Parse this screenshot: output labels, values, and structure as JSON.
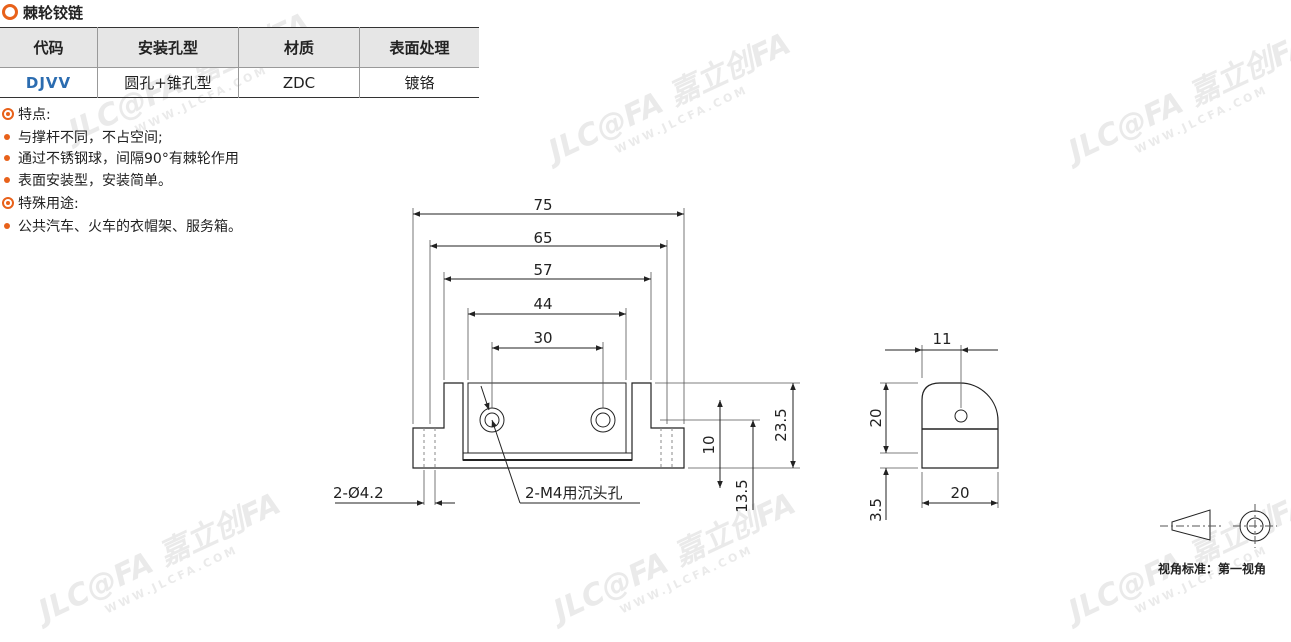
{
  "title": "棘轮铰链",
  "table": {
    "headers": [
      "代码",
      "安装孔型",
      "材质",
      "表面处理"
    ],
    "rows": [
      [
        "DJVV",
        "圆孔+锥孔型",
        "ZDC",
        "镀铬"
      ]
    ]
  },
  "features": {
    "heading": "特点:",
    "items": [
      "与撑杆不同，不占空间;",
      "通过不锈钢球，间隔90°有棘轮作用",
      "表面安装型，安装简单。"
    ]
  },
  "uses": {
    "heading": "特殊用途:",
    "items": [
      "公共汽车、火车的衣帽架、服务箱。"
    ]
  },
  "drawing": {
    "dims_front": [
      "75",
      "65",
      "57",
      "44",
      "30",
      "23.5",
      "10",
      "13.5",
      "2-Ø4.2"
    ],
    "hole_label": "2-M4用沉头孔",
    "dims_side": [
      "11",
      "20",
      "20",
      "3.5"
    ]
  },
  "watermark": {
    "brand": "JLC@FA 嘉立创FA",
    "url": "WWW.JLCFA.COM"
  },
  "view_standard": "视角标准：第一视角",
  "colors": {
    "accent": "#e8611a",
    "code_blue": "#2b6cb0",
    "header_bg": "#e6e6e6"
  }
}
